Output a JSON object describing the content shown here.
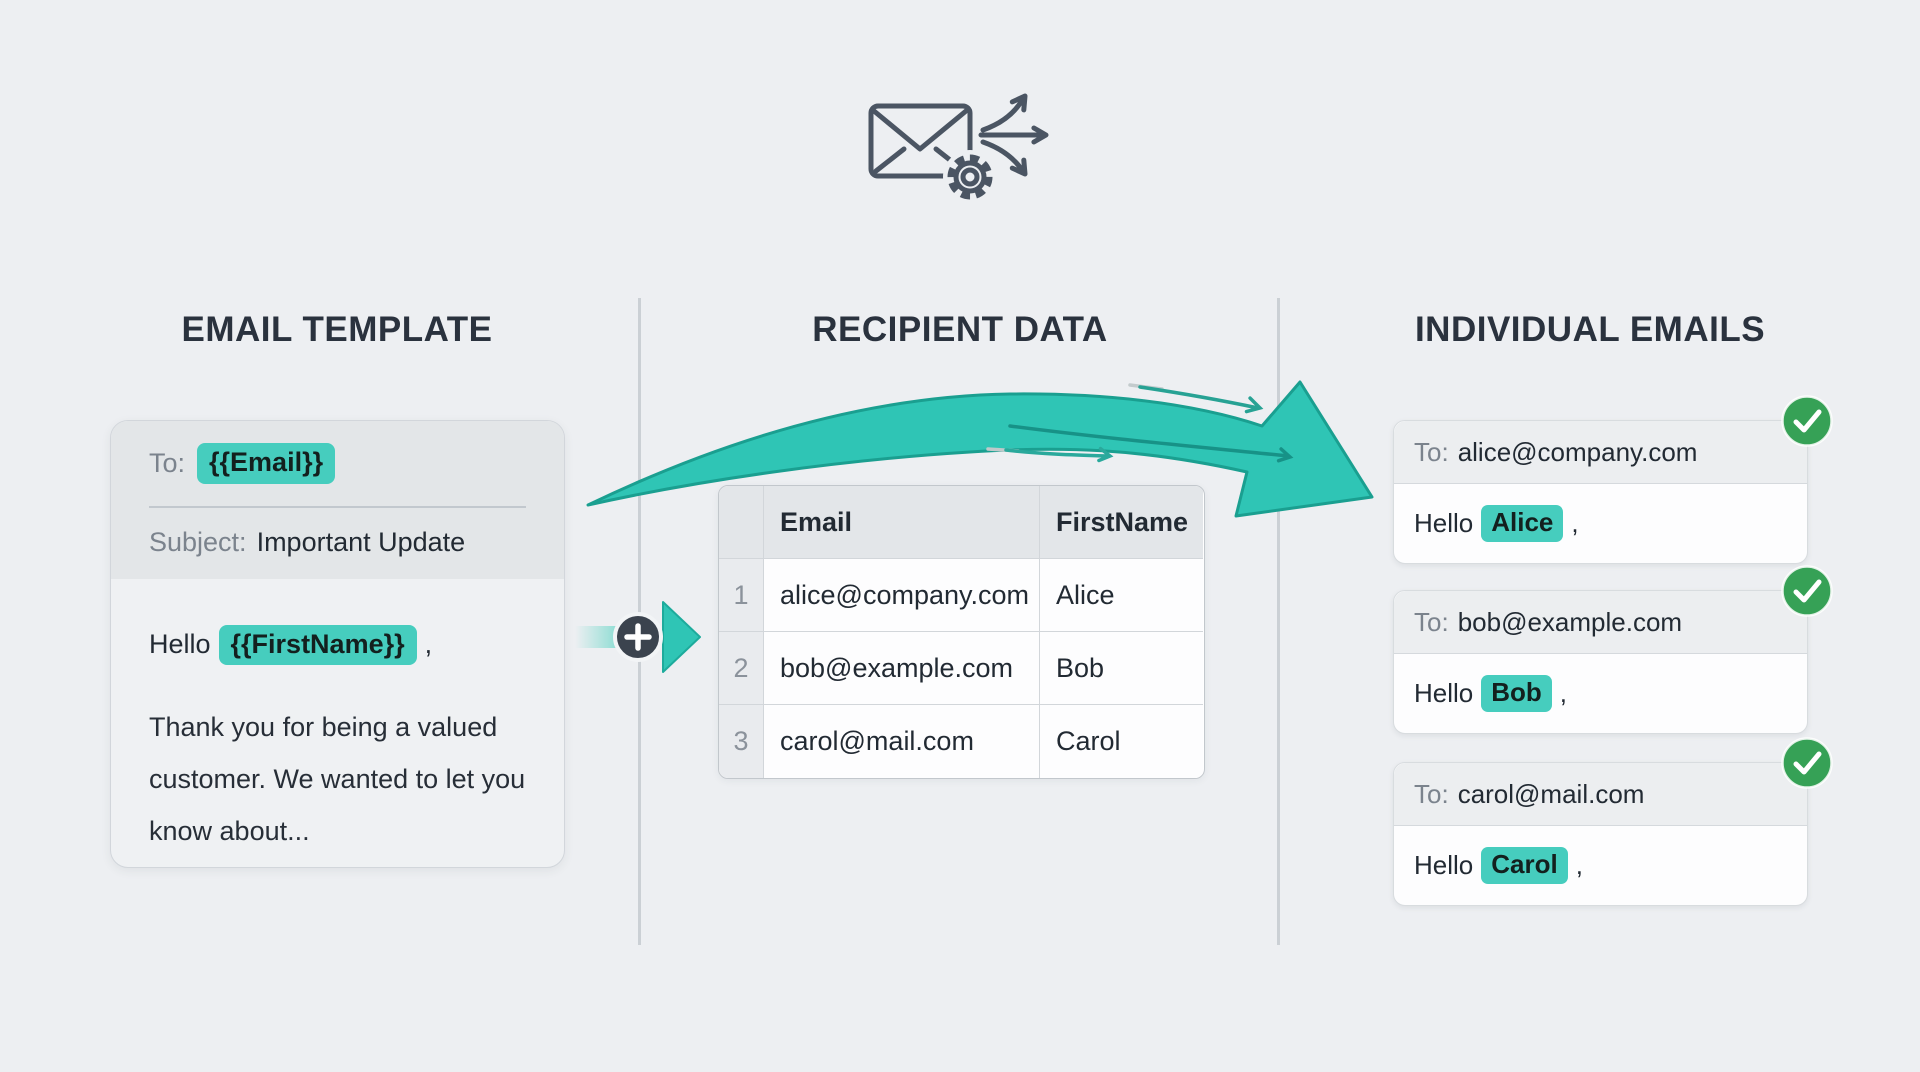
{
  "colors": {
    "bg": "#edeff2",
    "heading": "#2a323e",
    "text_dark": "#222a33",
    "text_gray": "#7b838d",
    "teal": "#2fc5b5",
    "teal_dark": "#1ca496",
    "highlight": "#46cdbe",
    "green": "#36a156",
    "divider": "#cbd0d5"
  },
  "icons": {
    "header": "mail-merge-icon (envelope with gear and fan-out arrows)",
    "merge": "plus-in-circle-icon with right arrowhead",
    "flow": "large teal swoosh arrow with two thin accent arrows",
    "status": "green circle with white checkmark"
  },
  "columns": {
    "template": {
      "heading": "EMAIL TEMPLATE",
      "card": {
        "to_label": "To:",
        "to_value": "{{Email}}",
        "subject_label": "Subject:",
        "subject_value": "Important Update",
        "greeting_prefix": "Hello",
        "greeting_token": "{{FirstName}}",
        "greeting_suffix": ",",
        "body": "Thank you for being a valued customer. We wanted to let you know about..."
      }
    },
    "recipients": {
      "heading": "RECIPIENT DATA",
      "table": {
        "col_email": "Email",
        "col_firstname": "FirstName",
        "rows": [
          {
            "num": "1",
            "email": "alice@company.com",
            "first_name": "Alice"
          },
          {
            "num": "2",
            "email": "bob@example.com",
            "first_name": "Bob"
          },
          {
            "num": "3",
            "email": "carol@mail.com",
            "first_name": "Carol"
          }
        ]
      }
    },
    "individual": {
      "heading": "INDIVIDUAL EMAILS",
      "emails": [
        {
          "to_label": "To:",
          "to_value": "alice@company.com",
          "greeting_prefix": "Hello",
          "name": "Alice",
          "greeting_suffix": ","
        },
        {
          "to_label": "To:",
          "to_value": "bob@example.com",
          "greeting_prefix": "Hello",
          "name": "Bob",
          "greeting_suffix": ","
        },
        {
          "to_label": "To:",
          "to_value": "carol@mail.com",
          "greeting_prefix": "Hello",
          "name": "Carol",
          "greeting_suffix": ","
        }
      ]
    }
  }
}
